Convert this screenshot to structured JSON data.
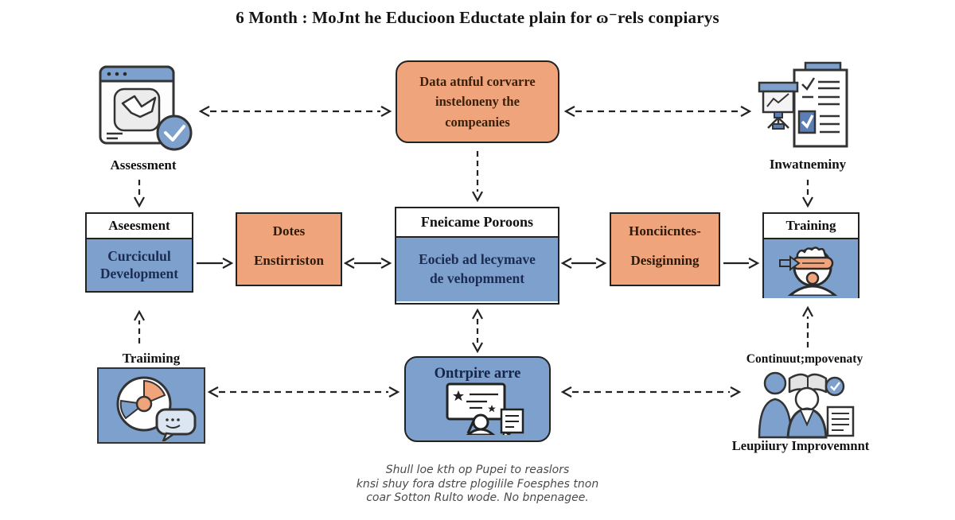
{
  "title": "6 Month : MoJnt he Educioon Eductate plain for ɷ⁻rels conpiarys",
  "colors": {
    "orange": "#f0a47c",
    "blue": "#7da0cc",
    "box_border": "#222222",
    "navy_text": "#1c2b52",
    "caption_gray": "#4a4a4a"
  },
  "top_row": {
    "assessment_label": "Assessment",
    "data_box": {
      "line1": "Data atnful corvarre",
      "line2": "insteloneny the",
      "line3": "compeanies"
    },
    "inventory_label": "Inwatneminy"
  },
  "middle_row": {
    "left_box": {
      "header": "Aseesment",
      "body": "Curciculul Development"
    },
    "dotes_box": {
      "line1": "Dotes",
      "line2": "Enstirriston"
    },
    "center_box": {
      "header": "Fneicame Poroons",
      "line1": "Eocieb ad lecymave",
      "line2": "de vehopmment"
    },
    "design_box": {
      "line1": "Honciicntes-",
      "line2": "Desiginning"
    },
    "training_box": {
      "header": "Training"
    }
  },
  "bottom_row": {
    "training_label": "Traiiming",
    "enterprise_box": {
      "title": "Ontrpire arre"
    },
    "improvement_label_top": "Continuut;mpovenaty",
    "improvement_label_bottom": "Leupiiury Improvemnnt"
  },
  "caption": {
    "line1": "Shull loe kth op Pupei to reaslors",
    "line2": "knsi shuy fora dstre plogilile Foesphes tnon",
    "line3": "coar Sotton Rulto wode. No bnpenagee."
  }
}
